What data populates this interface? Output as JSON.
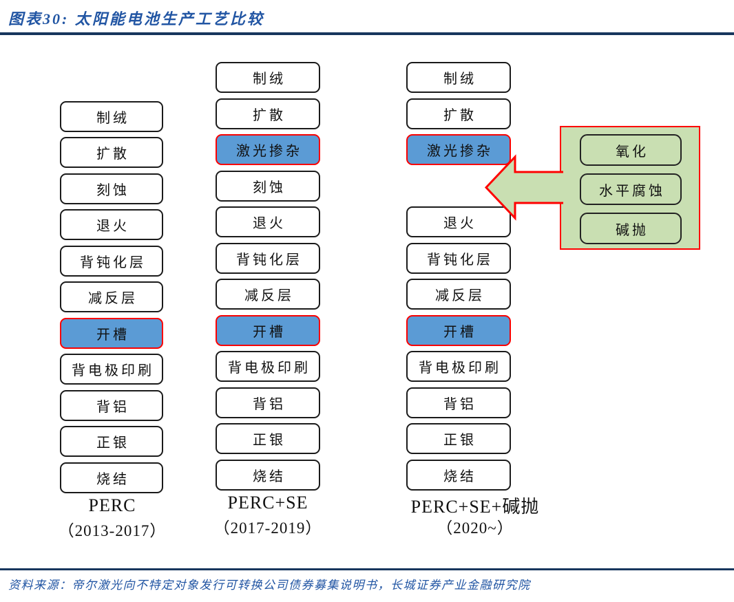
{
  "header": {
    "title": "图表30: 太阳能电池生产工艺比较"
  },
  "columns": [
    {
      "label": "PERC",
      "period": "（2013-2017）",
      "steps": [
        {
          "text": "制绒",
          "row": 1,
          "highlight": false
        },
        {
          "text": "扩散",
          "row": 2,
          "highlight": false
        },
        {
          "text": "刻蚀",
          "row": 3,
          "highlight": false
        },
        {
          "text": "退火",
          "row": 4,
          "highlight": false
        },
        {
          "text": "背钝化层",
          "row": 5,
          "highlight": false
        },
        {
          "text": "减反层",
          "row": 6,
          "highlight": false
        },
        {
          "text": "开槽",
          "row": 7,
          "highlight": true
        },
        {
          "text": "背电极印刷",
          "row": 8,
          "highlight": false
        },
        {
          "text": "背铝",
          "row": 9,
          "highlight": false
        },
        {
          "text": "正银",
          "row": 10,
          "highlight": false
        },
        {
          "text": "烧结",
          "row": 11,
          "highlight": false
        }
      ]
    },
    {
      "label": "PERC+SE",
      "period": "（2017-2019）",
      "steps": [
        {
          "text": "制绒",
          "row": 0,
          "highlight": false
        },
        {
          "text": "扩散",
          "row": 1,
          "highlight": false
        },
        {
          "text": "激光掺杂",
          "row": 2,
          "highlight": true
        },
        {
          "text": "刻蚀",
          "row": 3,
          "highlight": false
        },
        {
          "text": "退火",
          "row": 4,
          "highlight": false
        },
        {
          "text": "背钝化层",
          "row": 5,
          "highlight": false
        },
        {
          "text": "减反层",
          "row": 6,
          "highlight": false
        },
        {
          "text": "开槽",
          "row": 7,
          "highlight": true
        },
        {
          "text": "背电极印刷",
          "row": 8,
          "highlight": false
        },
        {
          "text": "背铝",
          "row": 9,
          "highlight": false
        },
        {
          "text": "正银",
          "row": 10,
          "highlight": false
        },
        {
          "text": "烧结",
          "row": 11,
          "highlight": false
        }
      ]
    },
    {
      "label": "PERC+SE+碱抛",
      "period": "（2020~）",
      "steps": [
        {
          "text": "制绒",
          "row": 0,
          "highlight": false
        },
        {
          "text": "扩散",
          "row": 1,
          "highlight": false
        },
        {
          "text": "激光掺杂",
          "row": 2,
          "highlight": true
        },
        {
          "text": "退火",
          "row": 4,
          "highlight": false
        },
        {
          "text": "背钝化层",
          "row": 5,
          "highlight": false
        },
        {
          "text": "减反层",
          "row": 6,
          "highlight": false
        },
        {
          "text": "开槽",
          "row": 7,
          "highlight": true
        },
        {
          "text": "背电极印刷",
          "row": 8,
          "highlight": false
        },
        {
          "text": "背铝",
          "row": 9,
          "highlight": false
        },
        {
          "text": "正银",
          "row": 10,
          "highlight": false
        },
        {
          "text": "烧结",
          "row": 11,
          "highlight": false
        }
      ]
    }
  ],
  "callout": {
    "items": [
      "氧化",
      "水平腐蚀",
      "碱抛"
    ]
  },
  "footer": {
    "source": "资料来源：帝尔激光向不特定对象发行可转换公司债券募集说明书，长城证券产业金融研究院"
  },
  "colors": {
    "highlight_fill": "#5B9BD5",
    "highlight_border": "#FF0000",
    "callout_fill": "#C9DFB2",
    "callout_border": "#FF0000",
    "box_border": "#1A1A1A",
    "title_text": "#2155A3",
    "divider": "#17365D"
  }
}
